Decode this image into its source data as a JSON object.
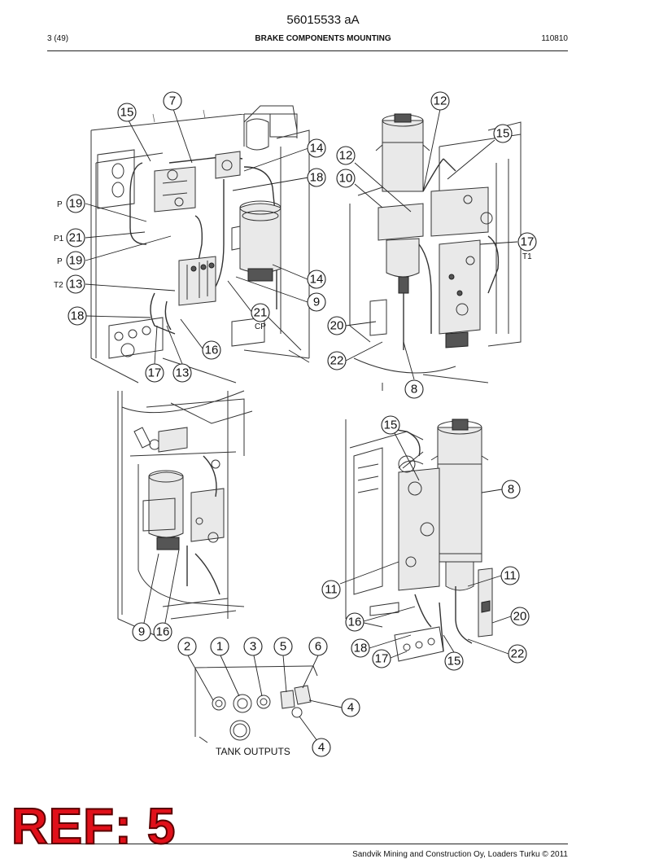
{
  "header": {
    "document_number": "56015533 aA",
    "page": "3 (49)",
    "title": "BRAKE COMPONENTS MOUNTING",
    "date": "110810"
  },
  "footer": {
    "copyright": "Sandvik Mining and Construction Oy, Loaders Turku © 2011"
  },
  "stamp": {
    "text": "REF: 5",
    "color": "#e0101a"
  },
  "views": {
    "top_left": {
      "callouts": [
        "15",
        "7",
        "14",
        "18",
        "19",
        "21",
        "19",
        "13",
        "18",
        "14",
        "9",
        "21",
        "16",
        "17",
        "13"
      ],
      "port_labels": [
        "P",
        "P1",
        "P",
        "T2",
        "CP"
      ]
    },
    "top_right": {
      "callouts": [
        "12",
        "15",
        "12",
        "10",
        "17",
        "20",
        "22",
        "8"
      ],
      "port_labels": [
        "T1"
      ]
    },
    "middle_left": {
      "callouts": [
        "9",
        "16"
      ]
    },
    "middle_right": {
      "callouts": [
        "15",
        "8",
        "11",
        "11",
        "16",
        "20",
        "18",
        "17",
        "15",
        "22"
      ]
    },
    "tank": {
      "callouts": [
        "2",
        "1",
        "3",
        "5",
        "6",
        "4",
        "4"
      ],
      "caption": "TANK OUTPUTS"
    }
  }
}
